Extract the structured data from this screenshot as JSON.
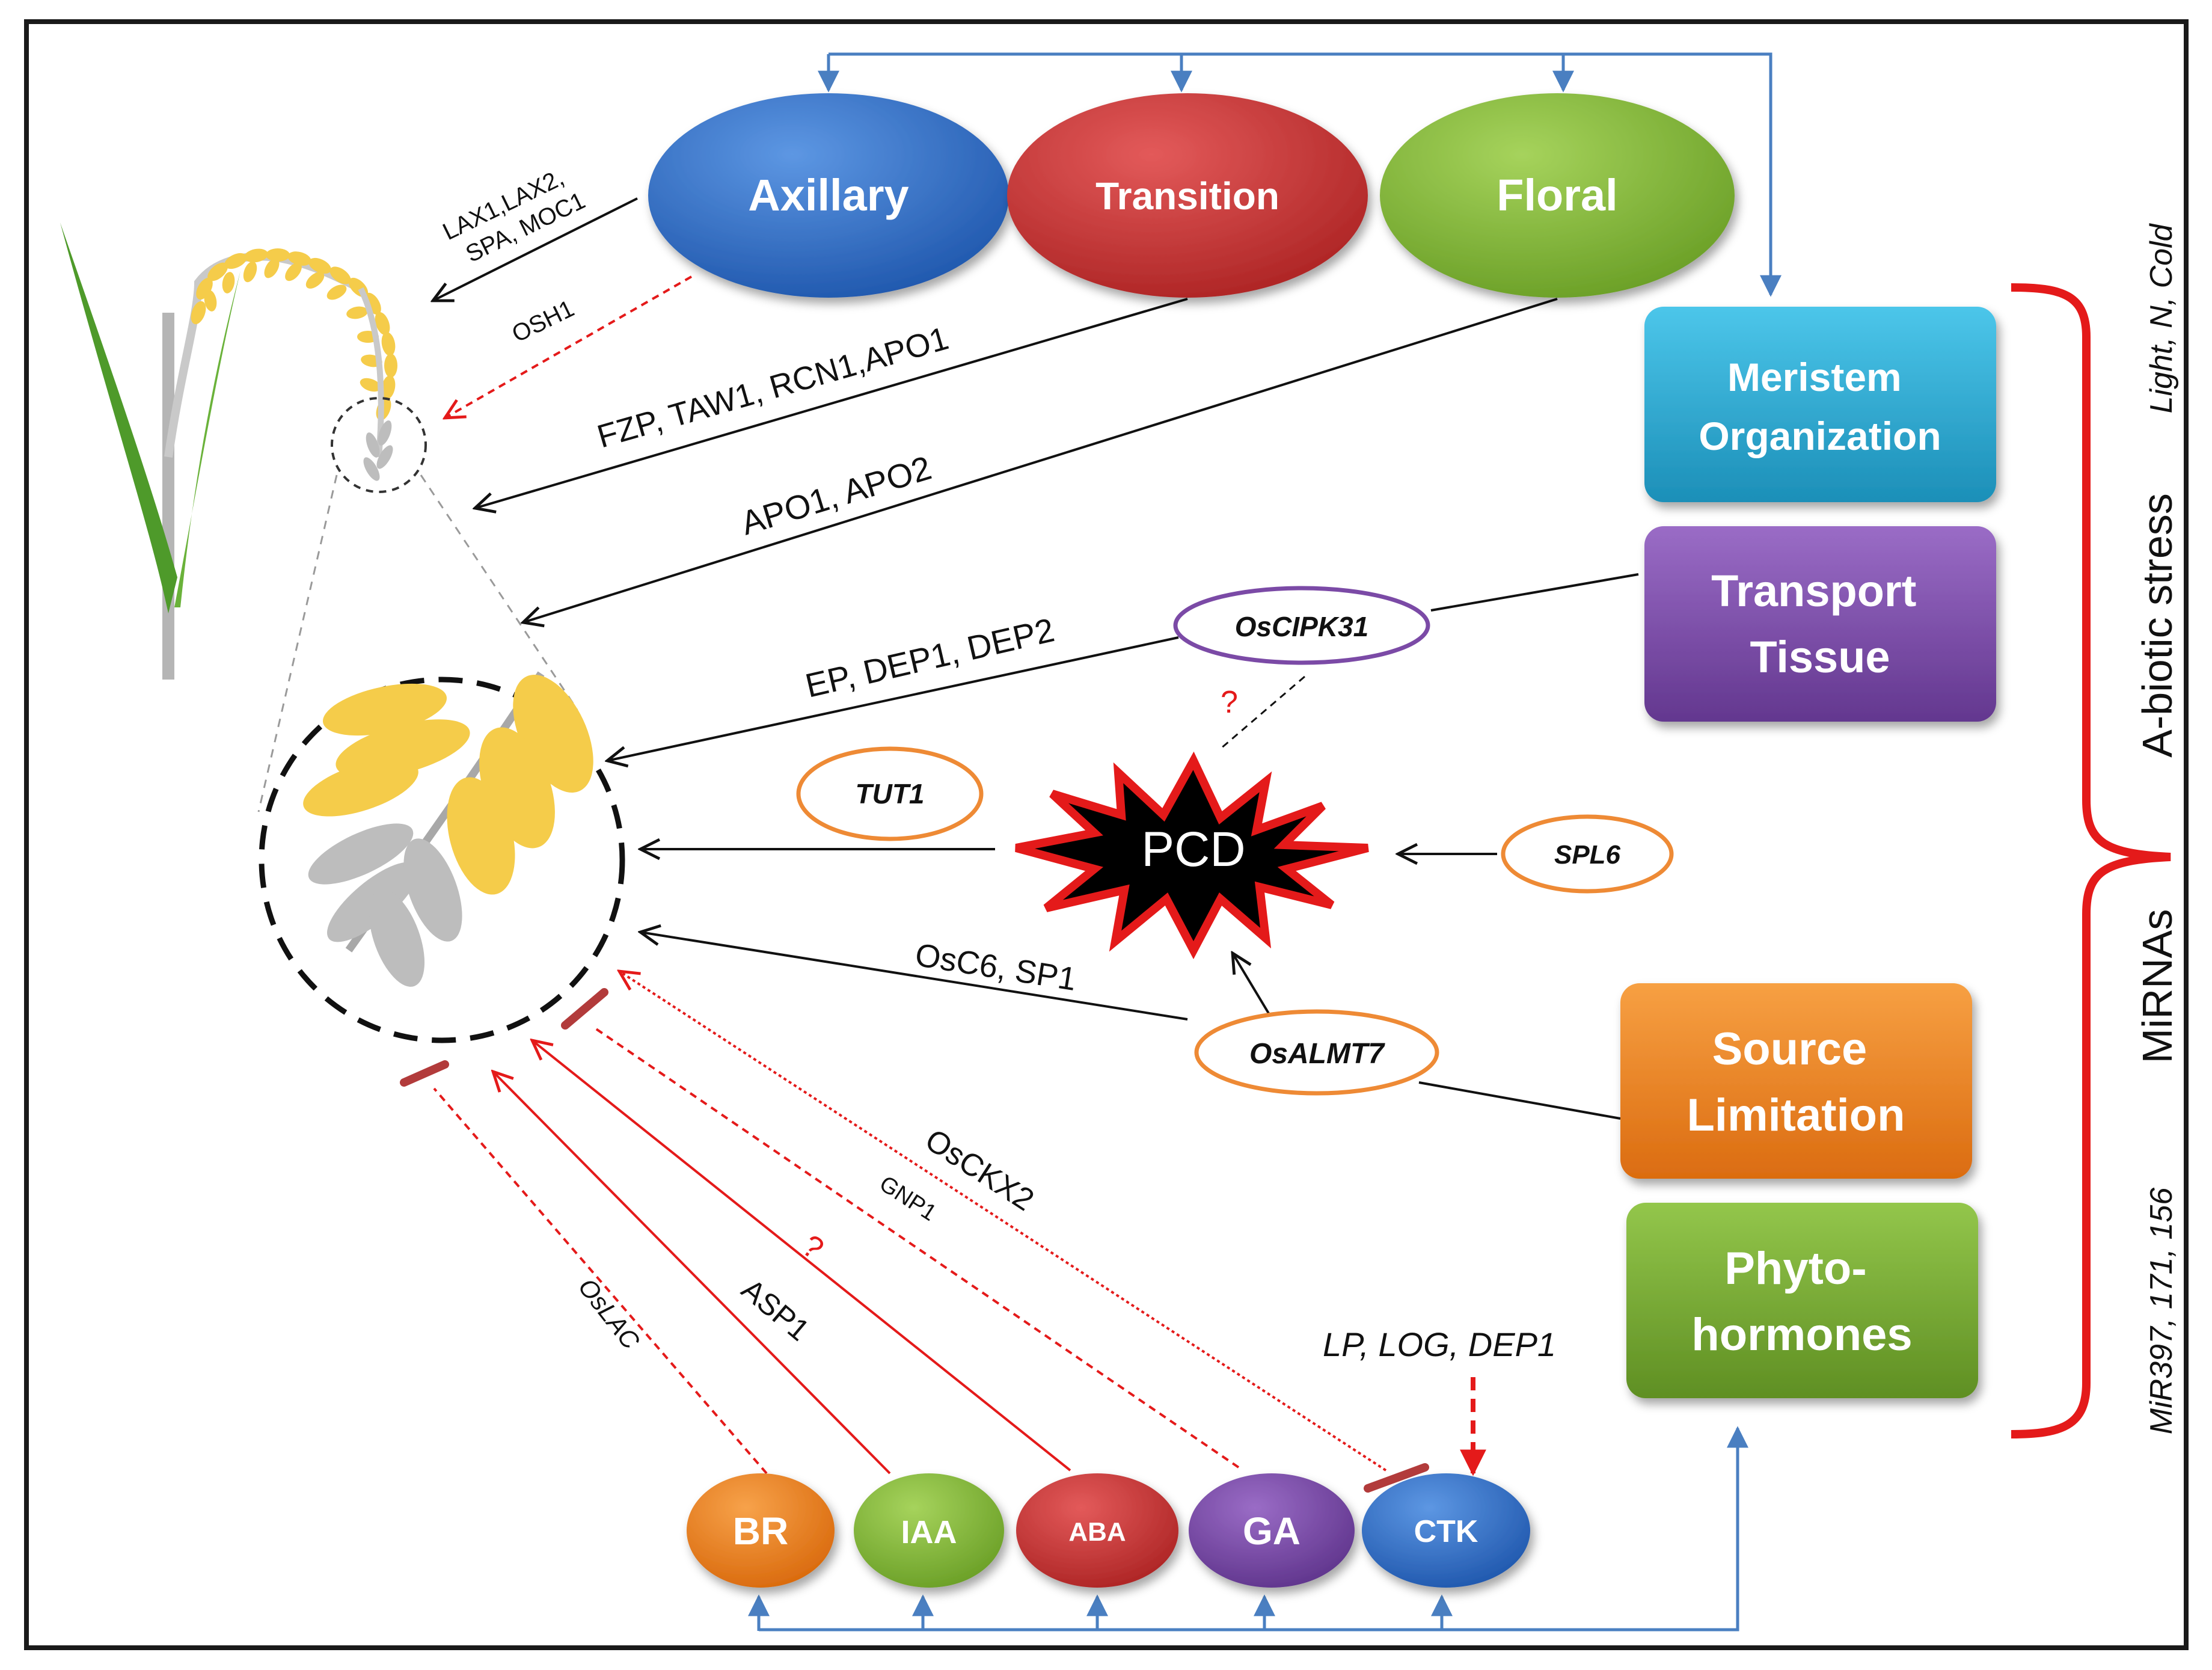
{
  "meristem_types": {
    "axillary": "Axillary",
    "transition": "Transition",
    "floral": "Floral"
  },
  "gene_labels": {
    "lax": [
      "LAX1,LAX2,",
      "SPA, MOC1"
    ],
    "osh1": "OSH1",
    "fzp": "FZP, TAW1, RCN1,APO1",
    "apo": "APO1, APO2",
    "ep": "EP, DEP1, DEP2",
    "osc6": "OsC6, SP1",
    "osckx2": "OsCKX2",
    "gnp1": "GNP1",
    "asp1": "ASP1",
    "oslac": "OsLAC",
    "lp": "LP, LOG, DEP1",
    "question": "?"
  },
  "genes_circled": {
    "oscipk31": "OsCIPK31",
    "tut1": "TUT1",
    "spl6": "SPL6",
    "osalmt7": "OsALMT7"
  },
  "pcd": "PCD",
  "factors": {
    "meristem": [
      "Meristem",
      "Organization"
    ],
    "transport": [
      "Transport",
      "Tissue"
    ],
    "source": [
      "Source",
      "Limitation"
    ],
    "phyto": [
      "Phyto-",
      "hormones"
    ]
  },
  "hormones": {
    "br": "BR",
    "iaa": "IAA",
    "aba": "ABA",
    "ga": "GA",
    "ctk": "CTK"
  },
  "side_labels": {
    "conditions": "Light, N, Cold",
    "abiotic": "A-biotic stress",
    "mirnas": "MiRNAs",
    "mirs": "MiR397, 171, 156"
  },
  "colors": {
    "axillary": "#2f6fc7",
    "transition": "#c93535",
    "floral": "#7fb13a",
    "meristem": "#2ba9d2",
    "transport": "#7b4aa6",
    "source": "#e7841e",
    "phyto": "#6e9f2f",
    "br": "#ee7d18",
    "iaa": "#82b53b",
    "aba": "#c83232",
    "ga": "#7b4aa6",
    "ctk": "#2f6fc7",
    "red": "#e41a1a",
    "blue": "#4a7fc1",
    "grain": "#f5cc4a",
    "leaf": "#4e9a2a"
  }
}
